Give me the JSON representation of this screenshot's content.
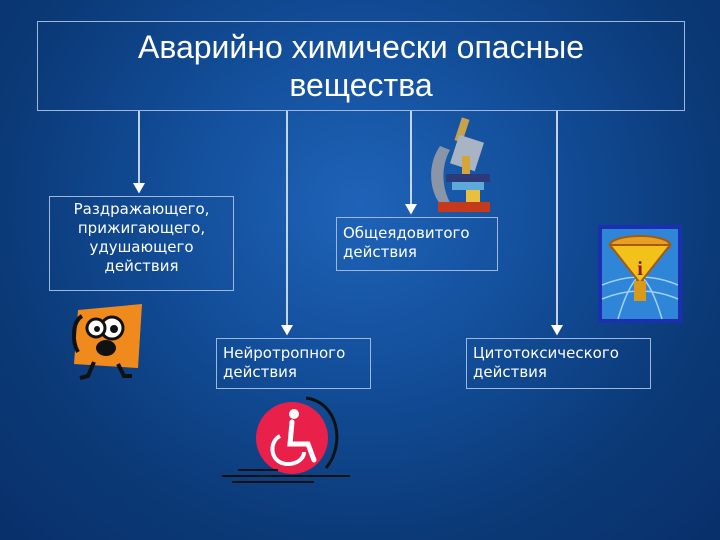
{
  "title": {
    "line1": "Аварийно химически опасные",
    "line2": "вещества"
  },
  "categories": [
    {
      "lines": [
        "Раздражающего,",
        "прижигающего,",
        "удушающего",
        "действия"
      ]
    },
    {
      "lines": [
        "Общеядовитого",
        "действия"
      ]
    },
    {
      "lines": [
        "Нейротропного",
        "действия"
      ]
    },
    {
      "lines": [
        "Цитотоксического",
        "действия"
      ]
    }
  ],
  "clipart": {
    "scared_face": "scared-face-icon",
    "microscope": "microscope-icon",
    "wheelchair": "wheelchair-icon",
    "funnel_info": "funnel-info-icon",
    "info_letter": "i"
  },
  "colors": {
    "background": "#134f9b",
    "border": "#9fb6dd",
    "text": "#ffffff",
    "wheelchair_red": "#e8204a",
    "funnel_yellow": "#f2c21a"
  }
}
